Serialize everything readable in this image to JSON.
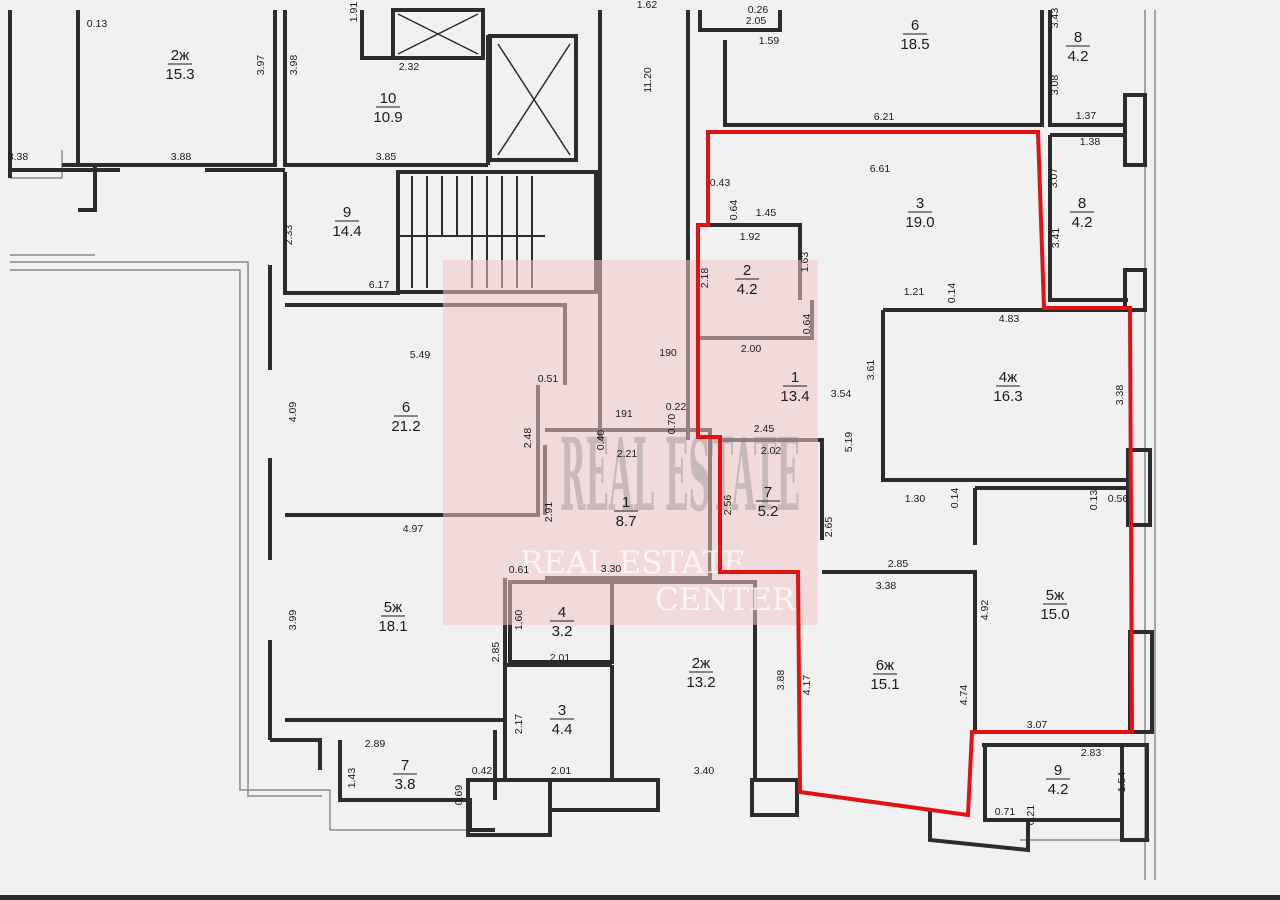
{
  "colors": {
    "paper": "#f1f1f1",
    "wall": "#2c2c2c",
    "highlight": "#e21212",
    "watermark_box": "#f3c6c6"
  },
  "watermark": {
    "logo": "REAL ESTATE",
    "brand": "REAL ESTATE",
    "sub": "CENTER"
  },
  "rooms": [
    {
      "num": "2ж",
      "area": "15.3"
    },
    {
      "num": "10",
      "area": "10.9"
    },
    {
      "num": "6",
      "area": "18.5"
    },
    {
      "num": "8",
      "area": "4.2"
    },
    {
      "num": "9",
      "area": "14.4"
    },
    {
      "num": "3",
      "area": "19.0"
    },
    {
      "num": "8",
      "area": "4.2"
    },
    {
      "num": "2",
      "area": "4.2"
    },
    {
      "num": "6",
      "area": "21.2"
    },
    {
      "num": "1",
      "area": "13.4"
    },
    {
      "num": "4ж",
      "area": "16.3"
    },
    {
      "num": "1",
      "area": "8.7"
    },
    {
      "num": "7",
      "area": "5.2"
    },
    {
      "num": "5ж",
      "area": "18.1"
    },
    {
      "num": "4",
      "area": "3.2"
    },
    {
      "num": "2ж",
      "area": "13.2"
    },
    {
      "num": "6ж",
      "area": "15.1"
    },
    {
      "num": "5ж",
      "area": "15.0"
    },
    {
      "num": "3",
      "area": "4.4"
    },
    {
      "num": "7",
      "area": "3.8"
    },
    {
      "num": "9",
      "area": "4.2"
    }
  ],
  "dimensions": [
    "0.13",
    "3.97",
    "3.98",
    "1.91",
    "2.32",
    "1.62",
    "11.20",
    "0.26",
    "2.05",
    "1.59",
    "3.43",
    "6.21",
    "3.08",
    "1.37",
    "3.38",
    "3.88",
    "3.85",
    "1.38",
    "6.61",
    "3.07",
    "0.43",
    "0.64",
    "1.45",
    "1.92",
    "3.41",
    "2.33",
    "6.17",
    "2.18",
    "1.63",
    "1.21",
    "0.14",
    "4.83",
    "0.64",
    "2.00",
    "190",
    "5.49",
    "0.51",
    "4.09",
    "191",
    "0.22",
    "3.61",
    "3.54",
    "3.38",
    "0.40",
    "0.70",
    "2.45",
    "2.21",
    "2.48",
    "2.02",
    "5.19",
    "1.30",
    "0.14",
    "0.13",
    "0.56",
    "2.56",
    "2.91",
    "4.97",
    "2.65",
    "2.85",
    "3.38",
    "0.61",
    "3.30",
    "1.60",
    "4.92",
    "3.99",
    "2.85",
    "2.01",
    "3.88",
    "4.17",
    "4.74",
    "2.17",
    "3.07",
    "2.89",
    "2.83",
    "1.43",
    "0.42",
    "2.01",
    "3.40",
    "1.54",
    "0.69",
    "0.71",
    "0.21"
  ]
}
